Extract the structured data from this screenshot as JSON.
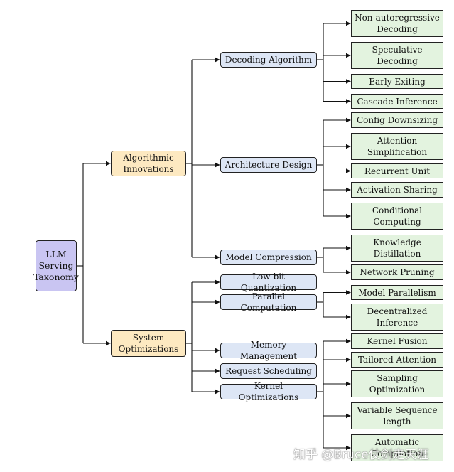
{
  "taxonomy": {
    "root": "LLM Serving Taxonomy",
    "algorithmic": {
      "label": "Algorithmic Innovations",
      "decoding": {
        "label": "Decoding Algorithm",
        "leaves": [
          "Non-autoregressive Decoding",
          "Speculative Decoding",
          "Early Exiting",
          "Cascade Inference"
        ]
      },
      "architecture": {
        "label": "Architecture Design",
        "leaves": [
          "Config Downsizing",
          "Attention Simplification",
          "Recurrent Unit",
          "Activation Sharing",
          "Conditional Computing"
        ]
      },
      "compression": {
        "label": "Model Compression",
        "leaves": [
          "Knowledge Distillation",
          "Network Pruning"
        ]
      }
    },
    "system": {
      "label": "System Optimizations",
      "quantization": {
        "label": "Low-bit Quantization"
      },
      "parallel": {
        "label": "Parallel Computation",
        "leaves": [
          "Model Parallelism",
          "Decentralized Inference"
        ]
      },
      "memory": {
        "label": "Memory Management"
      },
      "scheduling": {
        "label": "Request Scheduling"
      },
      "kernel": {
        "label": "Kernel Optimizations",
        "leaves": [
          "Kernel Fusion",
          "Tailored Attention",
          "Sampling Optimization",
          "Variable Sequence length",
          "Automatic Compilation"
        ]
      }
    }
  },
  "watermark": "知乎 @Bruce仗剑走天涯"
}
